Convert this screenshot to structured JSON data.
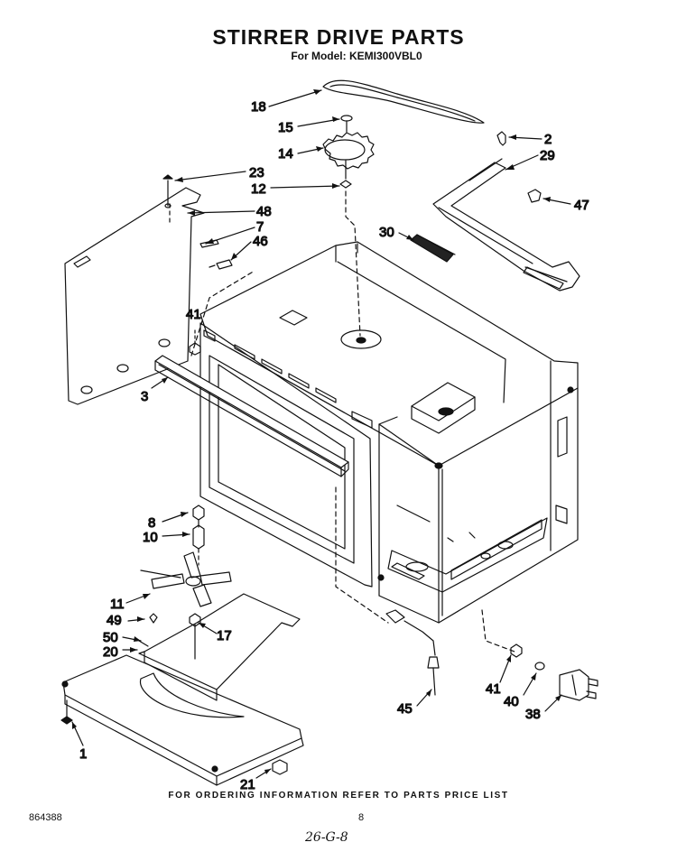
{
  "title": "STIRRER DRIVE PARTS",
  "subtitle": "For Model: KEMI300VBL0",
  "callouts": [
    {
      "id": "c18",
      "label": "18"
    },
    {
      "id": "c15",
      "label": "15"
    },
    {
      "id": "c14",
      "label": "14"
    },
    {
      "id": "c2",
      "label": "2"
    },
    {
      "id": "c29",
      "label": "29"
    },
    {
      "id": "c23",
      "label": "23"
    },
    {
      "id": "c12",
      "label": "12"
    },
    {
      "id": "c47",
      "label": "47"
    },
    {
      "id": "c48",
      "label": "48"
    },
    {
      "id": "c7",
      "label": "7"
    },
    {
      "id": "c46",
      "label": "46"
    },
    {
      "id": "c30",
      "label": "30"
    },
    {
      "id": "c41a",
      "label": "41"
    },
    {
      "id": "c3",
      "label": "3"
    },
    {
      "id": "c8",
      "label": "8"
    },
    {
      "id": "c10",
      "label": "10"
    },
    {
      "id": "c11",
      "label": "11"
    },
    {
      "id": "c49",
      "label": "49"
    },
    {
      "id": "c17",
      "label": "17"
    },
    {
      "id": "c50",
      "label": "50"
    },
    {
      "id": "c20",
      "label": "20"
    },
    {
      "id": "c1",
      "label": "1"
    },
    {
      "id": "c21",
      "label": "21"
    },
    {
      "id": "c45",
      "label": "45"
    },
    {
      "id": "c41b",
      "label": "41"
    },
    {
      "id": "c40",
      "label": "40"
    },
    {
      "id": "c38",
      "label": "38"
    }
  ],
  "footer_note": "FOR ORDERING INFORMATION REFER TO PARTS PRICE LIST",
  "doc_number": "864388",
  "page_number": "8",
  "handwritten_note": "26-G-8",
  "colors": {
    "ink": "#111111",
    "paper": "#ffffff"
  }
}
